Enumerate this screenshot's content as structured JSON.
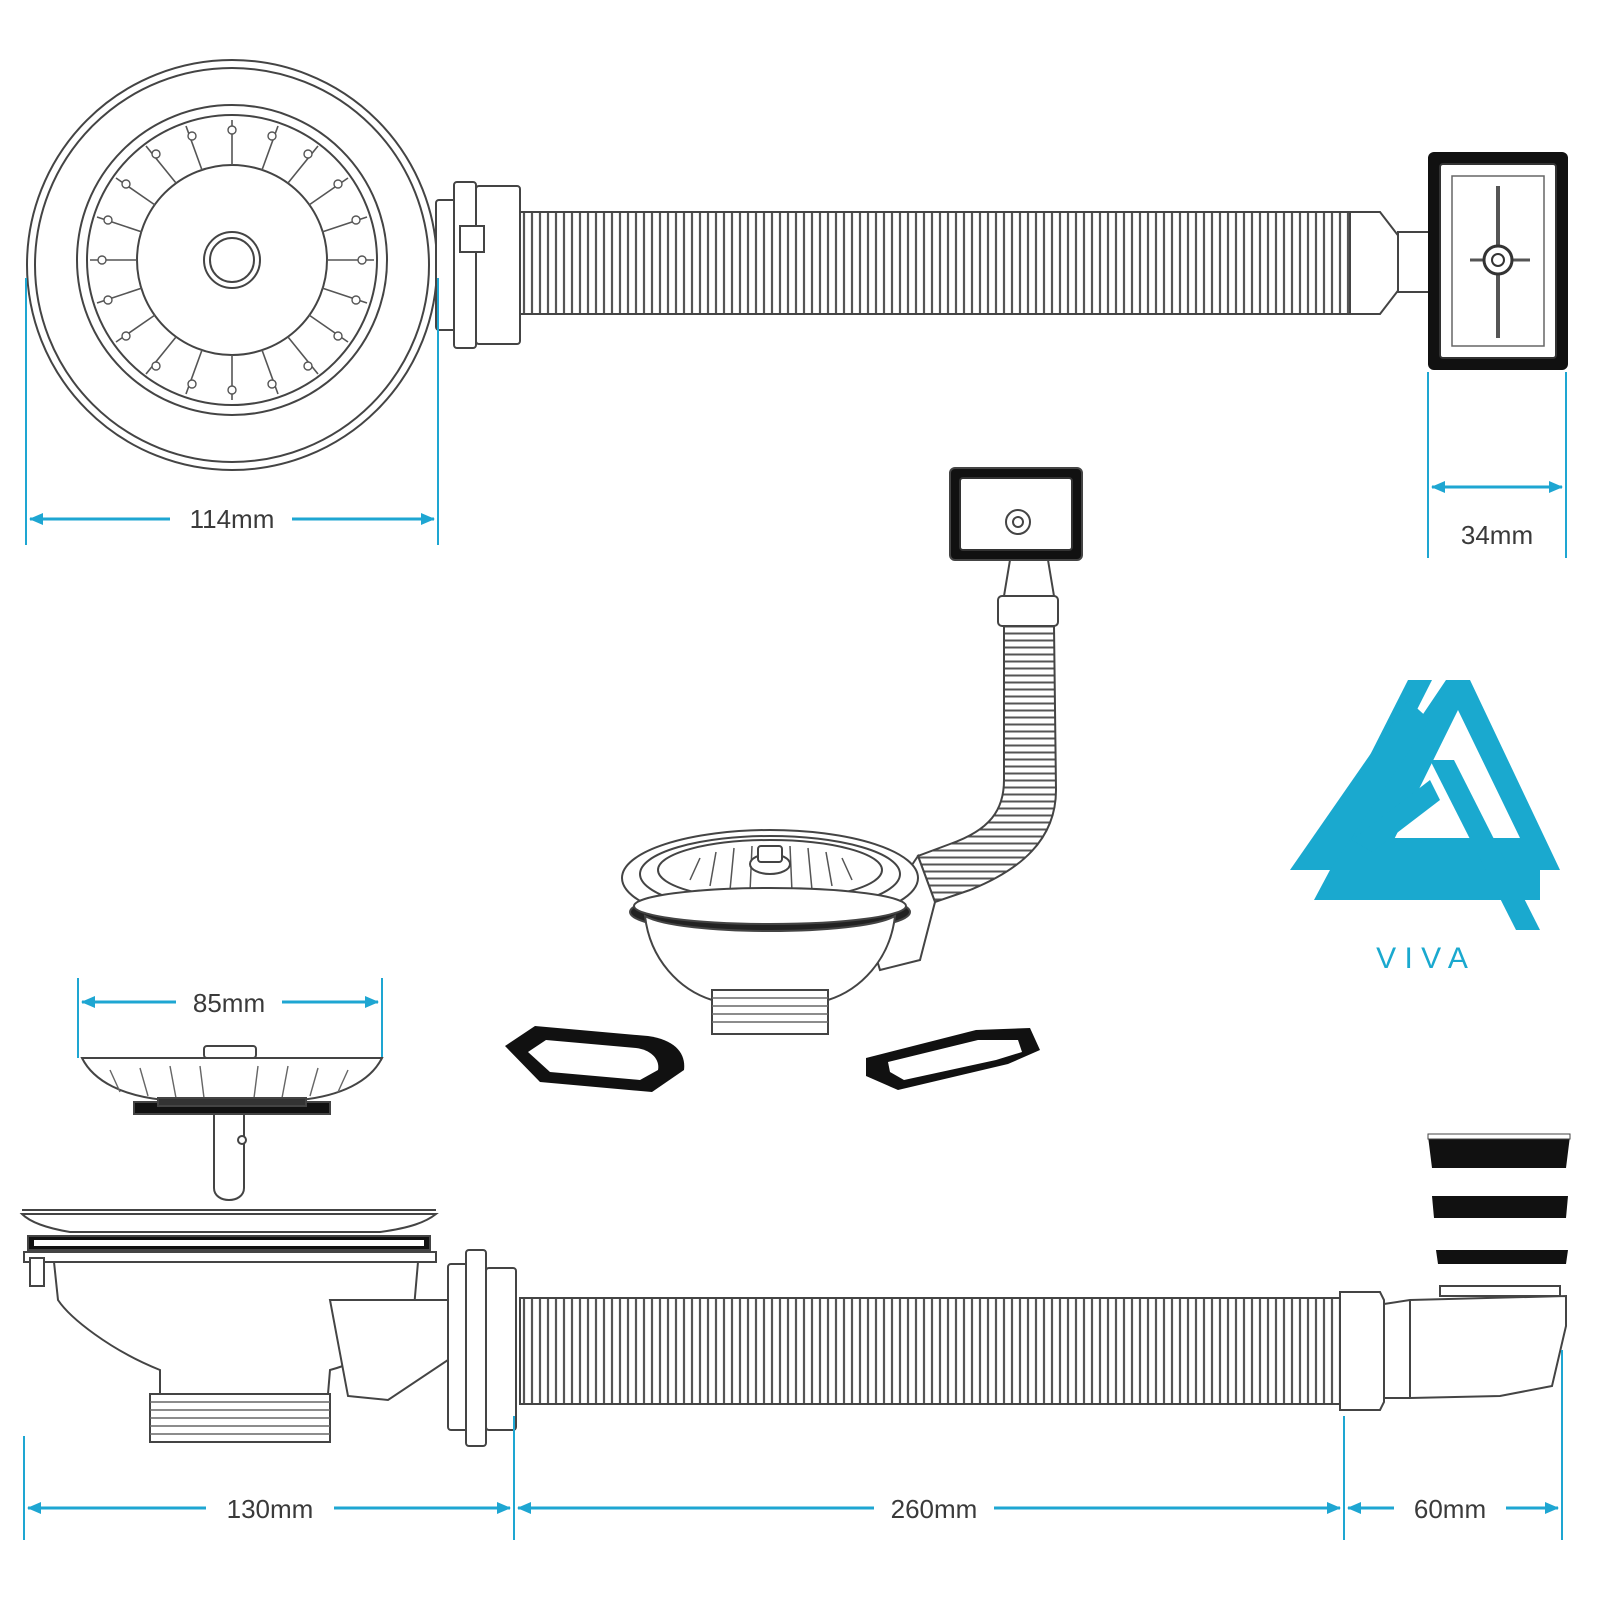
{
  "dimensions": {
    "strainer_diameter": "114mm",
    "overflow_width": "34mm",
    "basket_width": "85mm",
    "waste_length": "130mm",
    "hose_length": "260mm",
    "overflow_length": "60mm"
  },
  "brand": {
    "name": "V I V A",
    "color": "#1aa9cf"
  },
  "colors": {
    "dimension": "#1ea6d2",
    "line": "#444444"
  }
}
